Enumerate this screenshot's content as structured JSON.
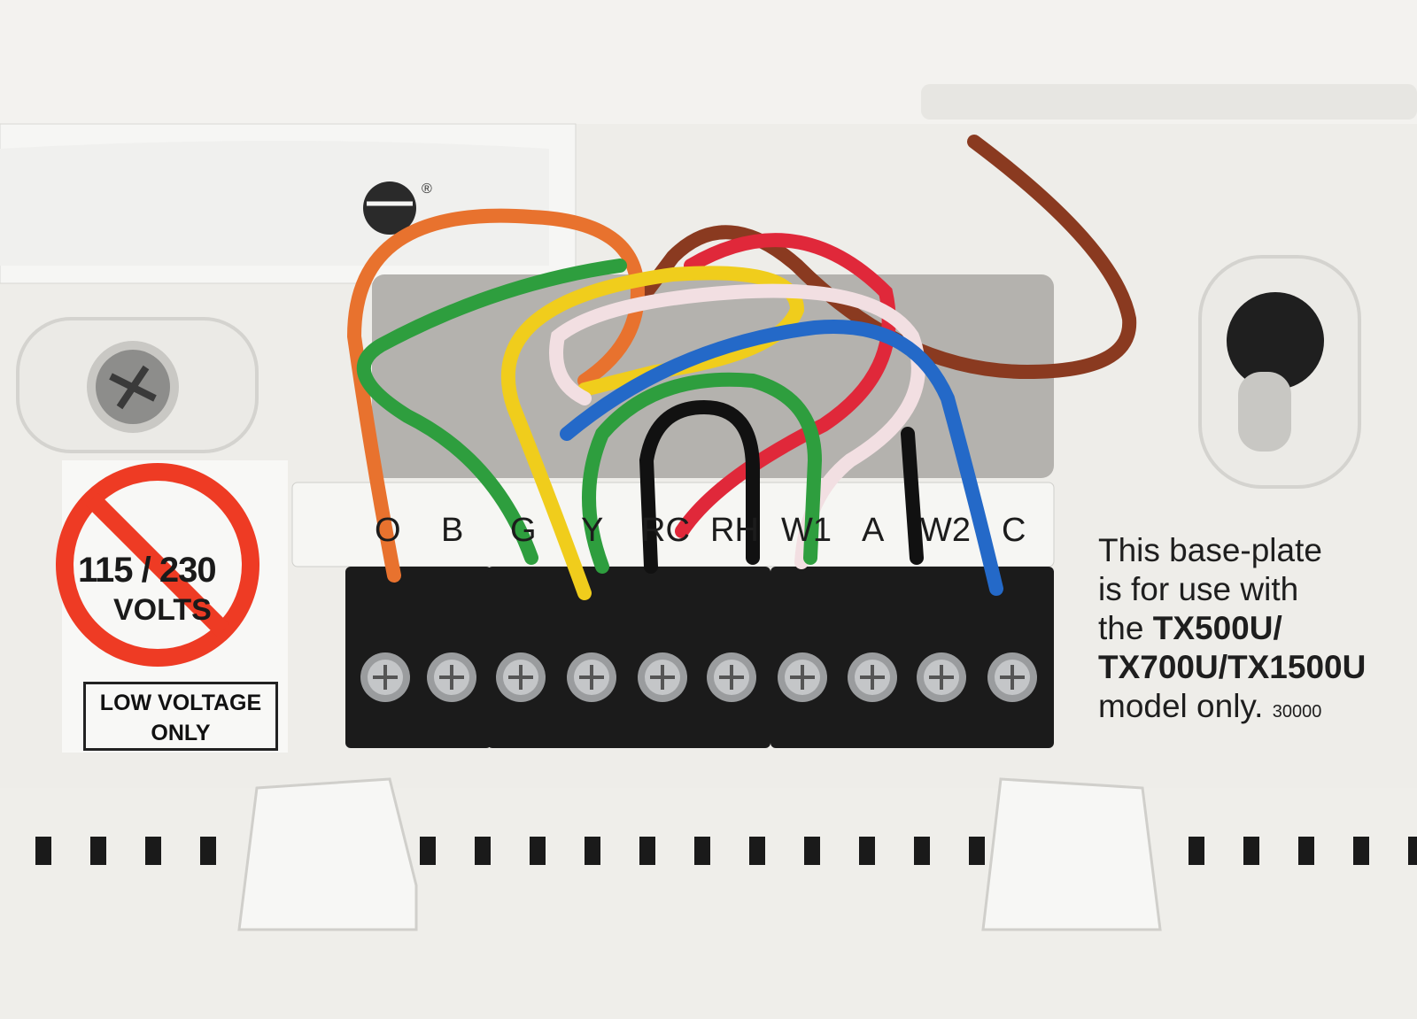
{
  "terminals": [
    "O",
    "B",
    "G",
    "Y",
    "RC",
    "RH",
    "W1",
    "A",
    "W2",
    "C"
  ],
  "warning_label": {
    "voltage": "115 / 230",
    "unit": "VOLTS",
    "low_voltage": "LOW VOLTAGE ONLY"
  },
  "note": {
    "line1": "This base-plate",
    "line2": "is for use with",
    "line3_prefix": "the ",
    "line3_model": "TX500U/",
    "line4_models": "TX700U/TX1500U",
    "line5": "model only.",
    "code": "30000"
  },
  "colors": {
    "plate": "#f1f0ec",
    "terminal_block": "#1a1a1a",
    "orange": "#e8722e",
    "green": "#2e9e3e",
    "yellow": "#f0cd1c",
    "black": "#111111",
    "red": "#e0283a",
    "white_pink": "#f2dfe2",
    "blue": "#2469c8",
    "brown": "#8a3a20"
  }
}
